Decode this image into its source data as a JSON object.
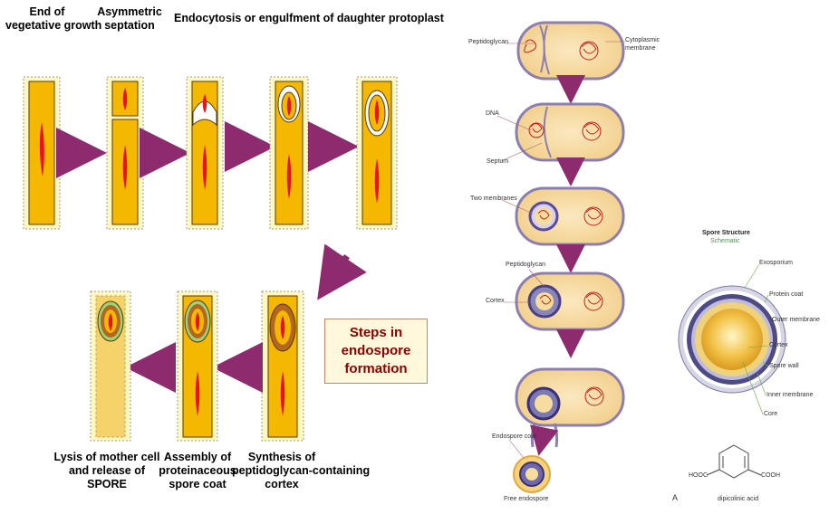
{
  "left_panel": {
    "step_labels": {
      "s1": [
        "End of",
        "vegetative growth"
      ],
      "s2": [
        "Asymmetric",
        "septation"
      ],
      "s3": "Endocytosis or engulfment of daughter protoplast",
      "s4": [
        "Synthesis of",
        "peptidoglycan-containing",
        "cortex"
      ],
      "s5": [
        "Assembly of",
        "proteinaceous",
        "spore coat"
      ],
      "s6": [
        "Lysis of mother cell",
        "and release of",
        "SPORE"
      ]
    },
    "title": [
      "Steps in endospore",
      "formation"
    ]
  },
  "middle_panel": {
    "labels": {
      "peptidoglycan": "Peptidoglycan",
      "cytoplasmic_membrane": [
        "Cytoplasmic",
        "membrane"
      ],
      "dna": "DNA",
      "septum": "Septum",
      "two_membranes": "Two membranes",
      "peptidoglycan2": "Peptidoglycan",
      "cortex": "Cortex",
      "endospore_coat": "Endospore coat",
      "free_endospore": "Free endospore"
    }
  },
  "right_panel": {
    "title": "Spore Structure",
    "subtitle": "Schematic",
    "labels": {
      "exosporium": "Exosporium",
      "protein_coat": "Protein coat",
      "outer_membrane": "Outer membrane",
      "cortex": "Cortex",
      "spore_wall": "Spore wall",
      "inner_membrane": "Inner membrane",
      "core": "Core"
    },
    "chem": {
      "left_group": "HOOC",
      "right_group": "COOH",
      "panel_letter": "A",
      "name": "dipicolinic acid"
    }
  },
  "colors": {
    "cell_fill": "#f5b800",
    "cell_stroke": "#5a3a00",
    "nucleus": "#e8141c",
    "arrow": "#8e2a6e",
    "box_bg": "#fff7c0",
    "spore_brown": "#b3661e",
    "spore_green": "#9bd27a"
  }
}
